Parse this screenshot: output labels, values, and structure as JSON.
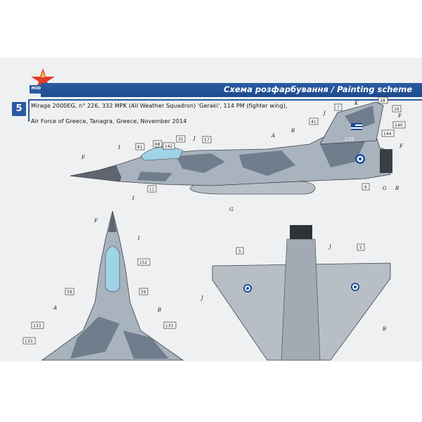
{
  "header": {
    "logo_text": "MODELSVIT",
    "title": "Схема розфарбування / Painting scheme",
    "scheme_number": "5"
  },
  "description": {
    "line1": "Mirage 2000EG, n° 226, 332 MPK (All Weather Squadron) 'Geraki', 114 PM (fighter wing),",
    "line2": "Air Force of Greece, Tanagra, Greece, November 2014"
  },
  "aircraft_serial": "226",
  "callouts": {
    "n7": "7",
    "n28": "28",
    "n16": "16",
    "n140": "140",
    "n144": "144",
    "n41": "41",
    "n81": "81",
    "n68": "68",
    "n142": "142",
    "n35": "35",
    "n57": "57",
    "n6": "6",
    "n11": "11",
    "n152": "152",
    "n59a": "59",
    "n59b": "59",
    "n133a": "133",
    "n133b": "133",
    "n133c": "133",
    "n5a": "5",
    "n5b": "5"
  },
  "paint_codes": {
    "a": "A",
    "b": "B",
    "f": "F",
    "g": "G",
    "i": "I",
    "j": "J",
    "k": "K",
    "r": "R"
  },
  "colors": {
    "banner": "#2a5ba3",
    "camo_light": "#a9b3be",
    "camo_dark": "#6f7d8c",
    "underside": "#b7bec6",
    "radome": "#5f6670",
    "canopy": "#9fd3e6",
    "greek_blue": "#1f4c9a"
  }
}
